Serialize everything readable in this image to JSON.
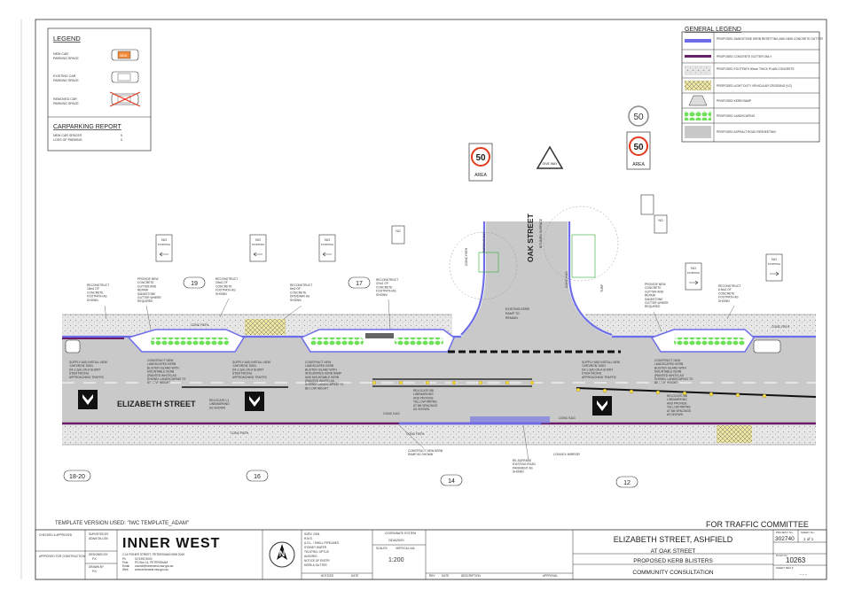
{
  "legend": {
    "title": "LEGEND",
    "items": [
      {
        "label1": "NEW CAR",
        "label2": "PARKING SPACE",
        "car": "NEW"
      },
      {
        "label1": "EXISTING CAR",
        "label2": "PARKING SPACE",
        "car": "EXISTING"
      },
      {
        "label1": "REMOVED CAR",
        "label2": "PARKING SPACE",
        "car": "REMOVED"
      }
    ],
    "report_title": "CARPARKING REPORT",
    "report_rows": [
      {
        "label": "NEW CAR SPACES",
        "value": "0"
      },
      {
        "label": "LOSS OF PARKING",
        "value": "0"
      }
    ]
  },
  "general_legend": {
    "title": "GENERAL LEGEND",
    "items": [
      {
        "label": "PROPOSED SANDSTONE KERB RESETTING AND NEW CONCRETE GUTTER",
        "swatch": "blue"
      },
      {
        "label": "PROPOSED CONCRETE GUTTER ONLY",
        "swatch": "purple"
      },
      {
        "label": "PROPOSED FOOTPATH 80mm THICK PLAIN CONCRETE",
        "swatch": "dots"
      },
      {
        "label": "PROPOSED LIGHT DUTY VEHICULAR CROSSING (VC)",
        "swatch": "hatch"
      },
      {
        "label": "PROPOSED KERB RAMP",
        "swatch": "ramp"
      },
      {
        "label": "PROPOSED LANDSCAPING",
        "swatch": "green"
      },
      {
        "label": "PROPOSED ASPHALT ROAD RESHEETING",
        "swatch": "grey"
      }
    ]
  },
  "signs": {
    "speed": "50",
    "area": "AREA",
    "no_stopping": "NO",
    "no_stopping_sub": "STOPPING",
    "give_way": "GIVE WAY"
  },
  "streets": {
    "main": "ELIZABETH STREET",
    "cross": "OAK STREET",
    "cross_sub": "BITUMEN SURFACE"
  },
  "property_numbers": [
    "19",
    "17",
    "18-20",
    "16",
    "14",
    "12"
  ],
  "map_labels": {
    "conc_path": "CONC PATH",
    "conc_kbg": "CONC K&G",
    "parking_bay": "PARKING BAY",
    "turf": "TURF",
    "ramp": "RAMP",
    "existing_ramp": "EXISTING KERB",
    "existing_ramp2": "RAMP TO",
    "existing_ramp3": "REMAIN",
    "convex_mirror": "CONVEX MIRROR"
  },
  "notes": {
    "n1": [
      "RECONSTRUCT",
      "15m2 OF",
      "CONCRETE",
      "FOOTPATH AS",
      "SHOWN"
    ],
    "n2": [
      "PROVIDE NEW",
      "CONCRETE",
      "GUTTER AND",
      "REPAIR",
      "SANDSTONE",
      "GUTTER WHERE",
      "REQUIRED"
    ],
    "n3": [
      "RECONSTRUCT",
      "20m2 OF",
      "CONCRETE",
      "FOOTPATH AS",
      "SHOWN"
    ],
    "n4": [
      "RECONSTRUCT",
      "8m2 OF",
      "CONCRETE",
      "DRIVEWAY AS",
      "SHOWN"
    ],
    "n5": [
      "RECONSTRUCT",
      "37m2 OF",
      "CONCRETE",
      "FOOTPATH AS",
      "SHOWN"
    ],
    "n6": [
      "PROVIDE NEW",
      "CONCRETE",
      "GUTTER AND",
      "REPAIR",
      "SANDSTONE",
      "GUTTER WHERE",
      "REQUIRED"
    ],
    "n7": [
      "RECONSTRUCT",
      "6.5m2 OF",
      "CONCRETE",
      "FOOTPATH AS",
      "SHOWN"
    ],
    "sign1": [
      "SUPPLY AND INSTALL NEW",
      "'CHEVRON' SIGN",
      "D4-1-2(A) ON A SHORT",
      "STEM FACING",
      "APPROACHING TRAFFIC"
    ],
    "blister1": [
      "CONSTRUCT NEW",
      "LANDSCAPED KERB",
      "BLISTER ISLAND WITH",
      "MOUNTABLE KERB",
      "(PAINTED WHITE) AS",
      "SHOWN. LANDSCAPING TO",
      "BE LOW HEIGHT"
    ],
    "sign2": [
      "SUPPLY AND INSTALL NEW",
      "'CHEVRON' SIGN",
      "D4-1-2(A) ON A SHORT",
      "STEM FACING",
      "APPROACHING TRAFFIC"
    ],
    "blister2": [
      "CONSTRUCT NEW",
      "LANDSCAPED KERB",
      "BLISTER ISLAND WITH",
      "INTEGRATED KERB RAMP",
      "AND MOUNTABLE KERB",
      "(PAINTED WHITE) AS",
      "SHOWN. LANDSCAPING TO",
      "BE LOW HEIGHT"
    ],
    "reloc1": [
      "RELOCATE L1",
      "LINEMARKING",
      "AS SHOWN"
    ],
    "reloc2": [
      "RELOCATE BB",
      "LINEMARKING",
      "AND PROVIDE",
      "YELLOW RRPMS",
      "AT 8M SPACINGS",
      "AS SHOWN"
    ],
    "reloc3": [
      "RELOCATE BB",
      "LINEMARKING",
      "AND PROVIDE",
      "YELLOW RRPMS",
      "AT 8M SPACINGS",
      "AS SHOWN"
    ],
    "sign3": [
      "SUPPLY AND INSTALL NEW",
      "'CHEVRON' SIGN",
      "D4-1-2(A) ON A SHORT",
      "STEM FACING",
      "APPROACHING TRAFFIC"
    ],
    "blister3": [
      "CONSTRUCT NEW",
      "LANDSCAPED KERB",
      "BLISTER ISLAND WITH",
      "MOUNTABLE KERB",
      "(PAINTED WHITE) AS",
      "SHOWN. LANDSCAPING TO",
      "BE LOW HEIGHT"
    ],
    "ramp_new": [
      "CONSTRUCT NEW KERB",
      "RAMP AS SHOWN"
    ],
    "resurface": [
      "RE-SURFACE",
      "EXISTING ROAD",
      "PAVEMENT AS",
      "SHOWN"
    ]
  },
  "template_version": "TEMPLATE VERSION USED: \"IWC TEMPLATE_ADAM\"",
  "for_committee": "FOR TRAFFIC COMMITTEE",
  "title_block": {
    "checked": "CHECKED & APPROVED",
    "approved_construction": "APPROVED FOR CONSTRUCTION",
    "surveyed_by": "SURVEYED BY",
    "surveyor": "ADAM DILLON",
    "designed_by": "DESIGNED BY",
    "drawn_by": "DRAWN BY",
    "initials": "P.K",
    "logo": "INNER WEST",
    "address": "2-14 FISHER STREET, PETERSHAM NSW 2049",
    "phone_label": "Ph",
    "phone": "02 9392 5000",
    "post_label": "Post",
    "post": "PO Box 14, PETERSHAM",
    "email_label": "Email",
    "email": "council@innerwest.nsw.gov.au",
    "web_label": "Web",
    "web": "www.innerwest.nsw.gov.au",
    "checklist": [
      "SURV. GEN.",
      "R.M.S.",
      "A.G.L. / SHELL PIPELINES",
      "SYDNEY WATER",
      "TELSTRA / OPTUS",
      "AUSGRID",
      "NOTICE OF ENTRY",
      "KERB & GUTTER"
    ],
    "notices": "NOTICES",
    "date": "DATE",
    "coord_label": "COORDINATE SYSTEM",
    "coord": "GDA2020",
    "scales_label": "SCALES",
    "scale_vert": "VERTICAL N/A",
    "scale": "1:200",
    "rev": "REV",
    "rev_date": "DATE",
    "description": "DESCRIPTION",
    "approval": "APPROVAL",
    "title1": "ELIZABETH STREET, ASHFIELD",
    "title2": "AT OAK STREET",
    "title3": "PROPOSED KERB BLISTERS",
    "title4": "COMMUNITY CONSULTATION",
    "project_label": "PROJECT No.",
    "project": "302740",
    "sheet_label": "SHEET No.",
    "sheet": "1 of 1",
    "plan_label": "PLAN No.",
    "plan": "10263",
    "sheet_rev_label": "SHEET REV #",
    "sheet_rev": "- - -"
  }
}
